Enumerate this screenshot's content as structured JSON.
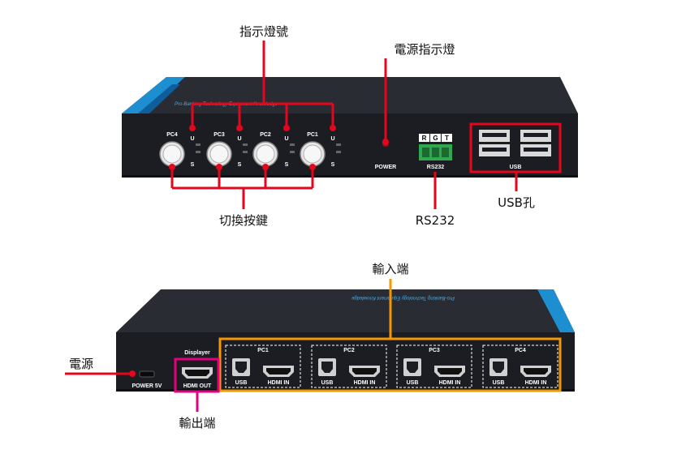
{
  "callouts": {
    "indicator": "指示燈號",
    "power_indicator": "電源指示燈",
    "switch_buttons": "切換按鍵",
    "rs232": "RS232",
    "usb_ports": "USB孔",
    "inputs": "輸入端",
    "power": "電源",
    "output": "輸出端"
  },
  "front_panel": {
    "brand_text": "Pro-Banking Technology Equipment Knowledge",
    "pc_labels": [
      "PC4",
      "PC3",
      "PC2",
      "PC1"
    ],
    "led_u": "U",
    "led_s": "S",
    "power_label": "POWER",
    "rs232_label": "RS232",
    "rs232_pins": [
      "R",
      "G",
      "T"
    ],
    "usb_label": "USB"
  },
  "rear_panel": {
    "power_label": "POWER 5V",
    "displayer_label": "Displayer",
    "hdmi_out_label": "HDMI OUT",
    "groups": [
      {
        "pc": "PC1",
        "usb": "USB",
        "hdmi": "HDMI IN"
      },
      {
        "pc": "PC2",
        "usb": "USB",
        "hdmi": "HDMI IN"
      },
      {
        "pc": "PC3",
        "usb": "USB",
        "hdmi": "HDMI IN"
      },
      {
        "pc": "PC4",
        "usb": "USB",
        "hdmi": "HDMI IN"
      }
    ]
  },
  "colors": {
    "callout_red": "#e3061c",
    "callout_orange": "#f39800",
    "callout_magenta": "#e4007f",
    "device_body": "#1c1d22",
    "accent_blue": "#1d8fd1"
  }
}
